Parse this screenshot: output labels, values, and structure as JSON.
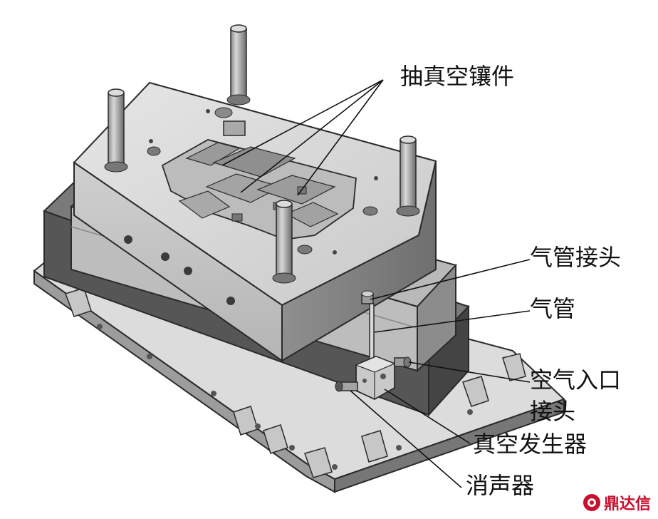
{
  "labels": {
    "vacuum_insert": "抽真空镶件",
    "air_pipe_fitting": "气管接头",
    "air_pipe": "气管",
    "air_inlet_line1": "空气入口",
    "air_inlet_line2": "接头",
    "vacuum_generator": "真空发生器",
    "silencer": "消声器"
  },
  "watermark": {
    "text": "鼎达信"
  },
  "colors": {
    "steel_light": "#d4d4d4",
    "steel_mid": "#a9a9a9",
    "steel_dark": "#5c5c5c",
    "outline": "#2a2a2a",
    "logo_red": "#c8102e"
  }
}
